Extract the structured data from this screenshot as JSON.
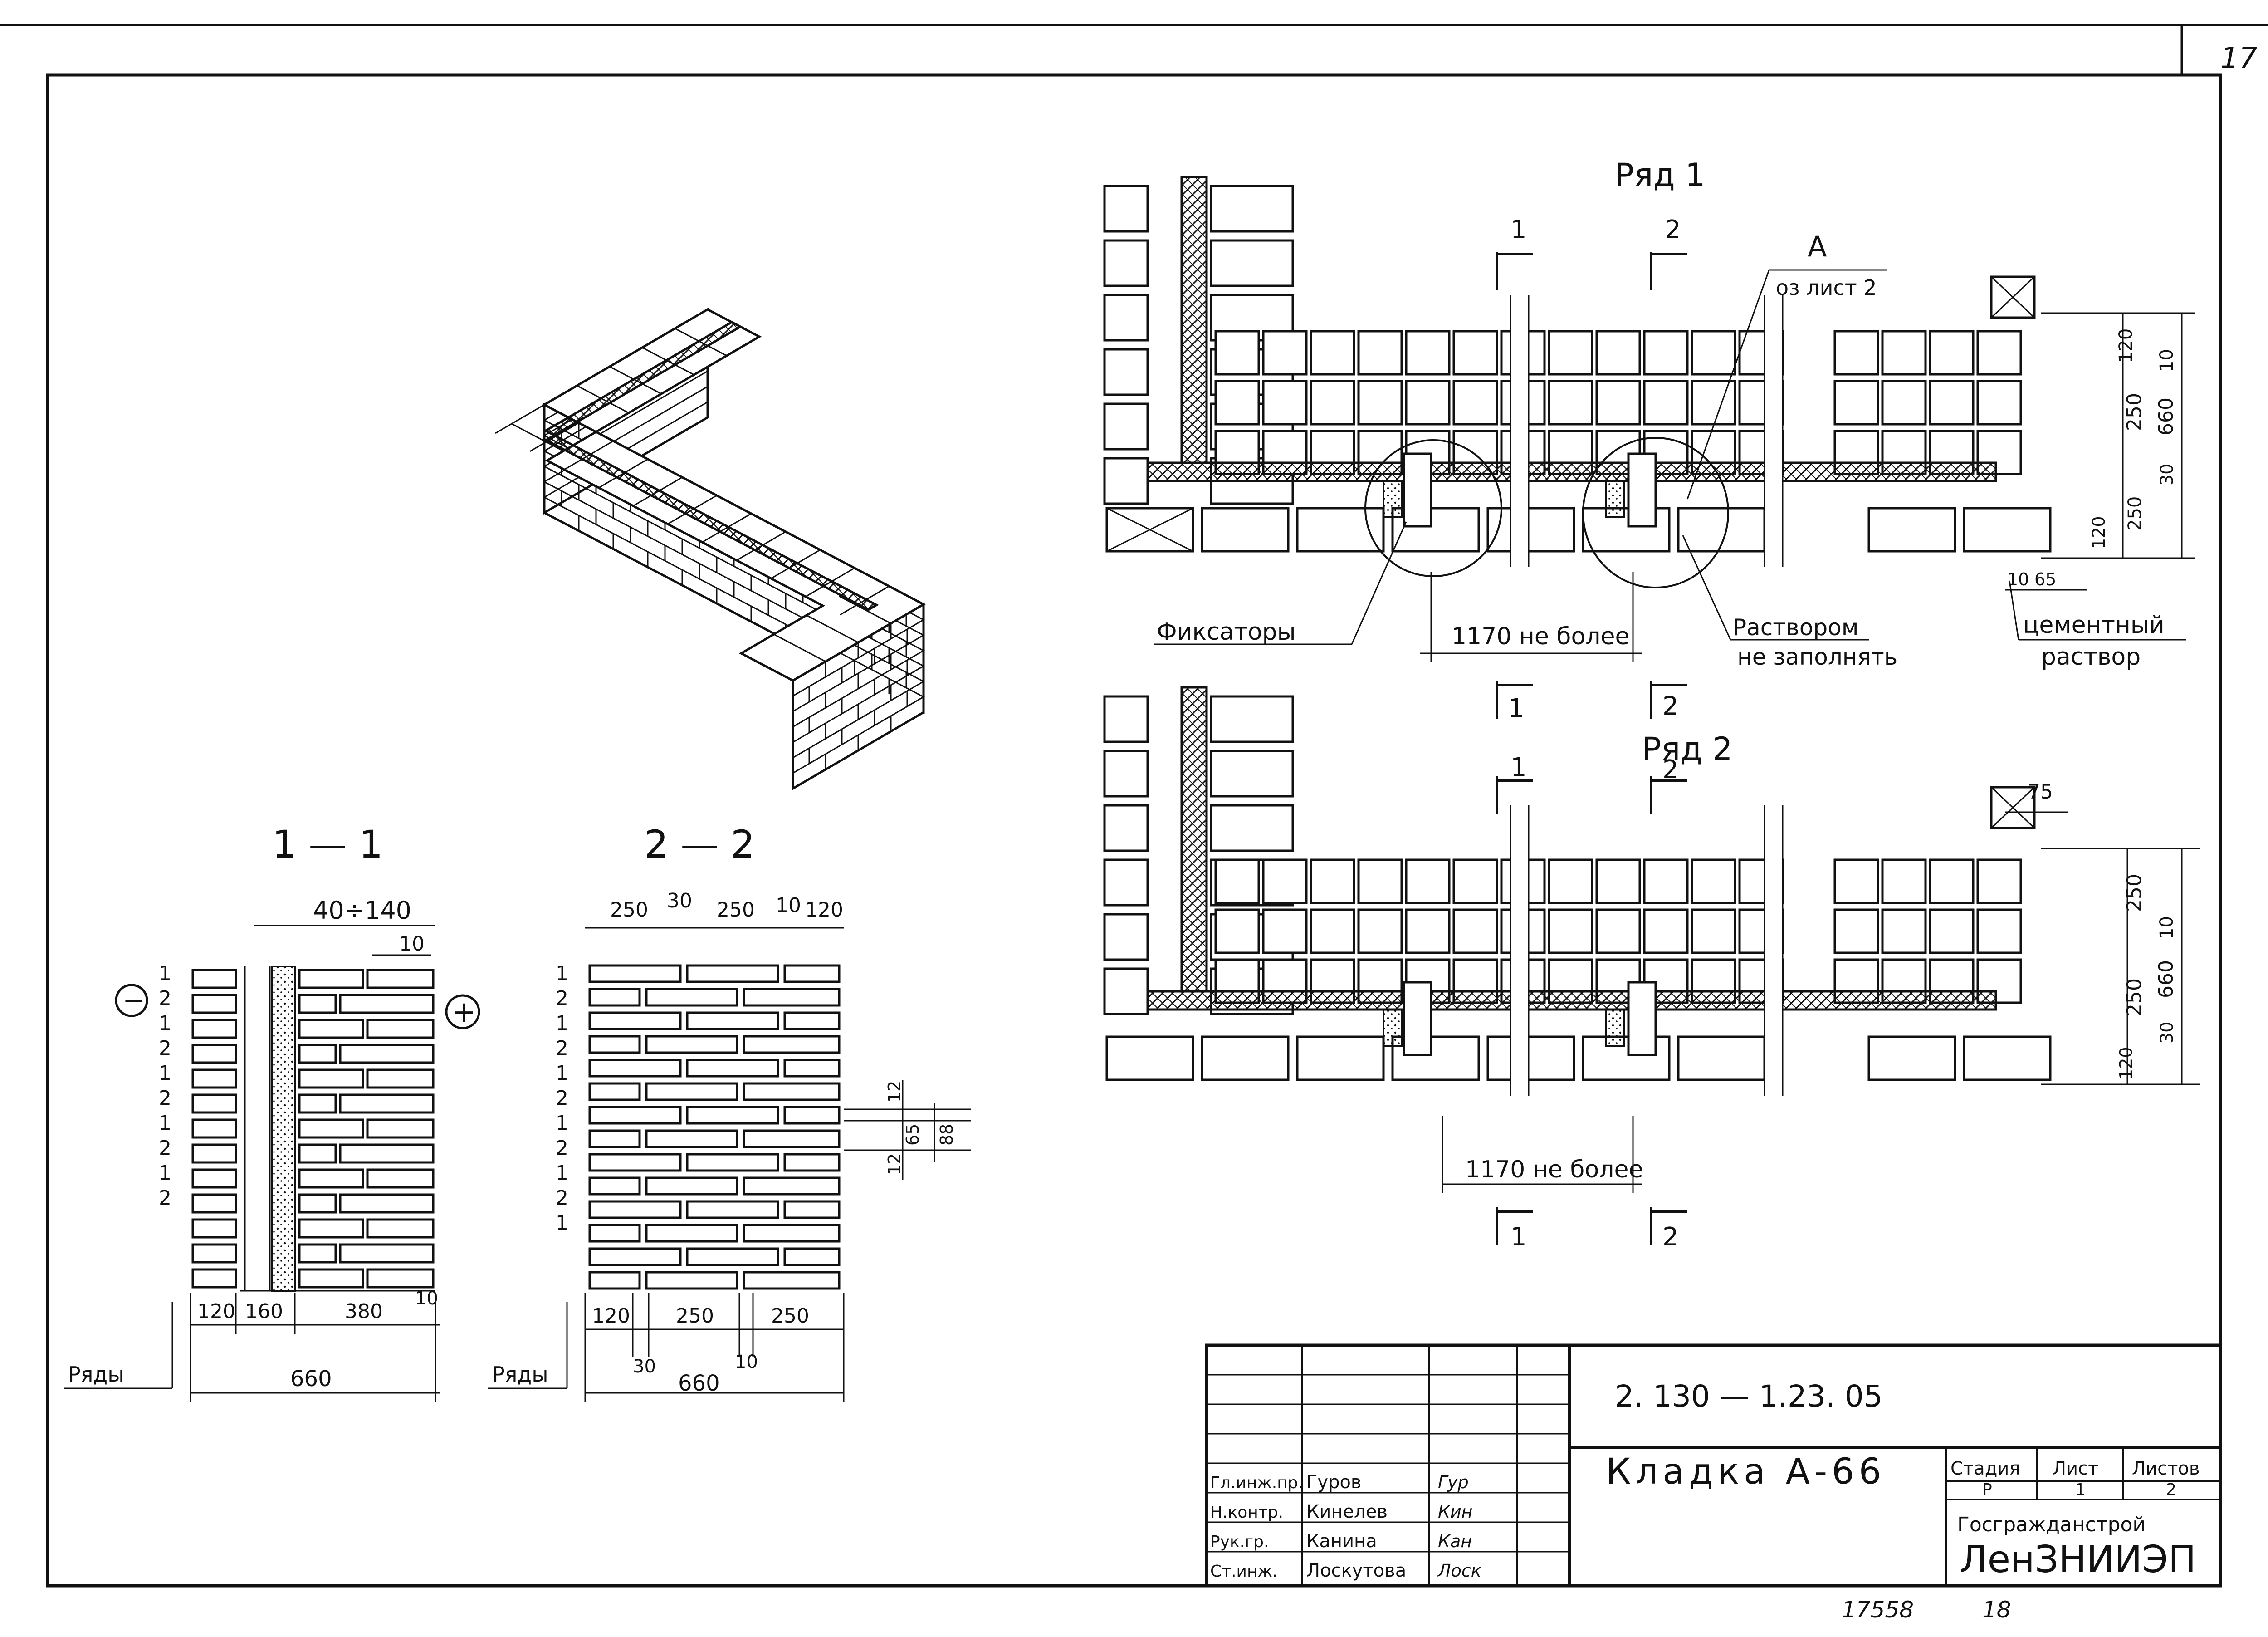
{
  "sheet": {
    "page_number": "17",
    "bottom_numbers": [
      "17558",
      "18"
    ]
  },
  "axonometric": {
    "label": ""
  },
  "section_1_1": {
    "title": "1 — 1",
    "dim_top": "40÷140",
    "dim_10_top": "10",
    "dim_10_bottom": "10",
    "dims_bottom": [
      "120",
      "160",
      "380"
    ],
    "dim_total": "660",
    "rows_label": "Ряды",
    "row_numbers": [
      "1",
      "2",
      "1",
      "2",
      "1",
      "2",
      "1",
      "2",
      "1",
      "2"
    ],
    "minus_sign": "−",
    "plus_sign": "+"
  },
  "section_2_2": {
    "title": "2 — 2",
    "dims_top": [
      "250",
      "30",
      "250",
      "10",
      "120"
    ],
    "dims_bottom": [
      "120",
      "250",
      "250"
    ],
    "dim_30_bottom": "30",
    "dim_10_bottom": "10",
    "dim_total": "660",
    "rows_label": "Ряды",
    "row_numbers": [
      "1",
      "2",
      "1",
      "2",
      "1",
      "2",
      "1",
      "2",
      "1",
      "2",
      "1"
    ],
    "vertical_dims": [
      "12",
      "65",
      "88",
      "12"
    ]
  },
  "plan_row_1": {
    "title": "Ряд 1",
    "section_marks": [
      "1",
      "2",
      "1",
      "2"
    ],
    "callout_letter": "А",
    "callout_text": "оз лист 2",
    "dims_right": [
      "120",
      "10",
      "250",
      "660",
      "30",
      "250",
      "120"
    ],
    "dims_bottom": [
      "10",
      "65"
    ],
    "span_label": "1170 не более",
    "label_fixators": "Фиксаторы",
    "label_mortar_1": "Раствором",
    "label_mortar_2": "не заполнять",
    "label_cement_1": "цементный",
    "label_cement_2": "раствор"
  },
  "plan_row_2": {
    "title": "Ряд 2",
    "section_marks": [
      "1",
      "2",
      "1",
      "2"
    ],
    "dim_top": "75",
    "dims_right": [
      "250",
      "10",
      "250",
      "660",
      "30",
      "120"
    ],
    "span_label": "1170 не более"
  },
  "title_block": {
    "code": "2. 130 — 1.23. 05",
    "drawing_title": "Кладка А-66",
    "stage_header": "Стадия",
    "sheet_header": "Лист",
    "sheets_header": "Листов",
    "stage_value": "Р",
    "sheet_value": "1",
    "sheets_value": "2",
    "org_1": "Госгражданстрой",
    "org_2": "ЛенЗНИИЭП",
    "signers": [
      {
        "role": "Гл.инж.пр.",
        "name": "Гуров",
        "signature": "Гур"
      },
      {
        "role": "Н.контр.",
        "name": "Кинелев",
        "signature": "Кин"
      },
      {
        "role": "Рук.гр.",
        "name": "Канина",
        "signature": "Кан"
      },
      {
        "role": "Ст.инж.",
        "name": "Лоскутова",
        "signature": "Лоск"
      }
    ]
  }
}
